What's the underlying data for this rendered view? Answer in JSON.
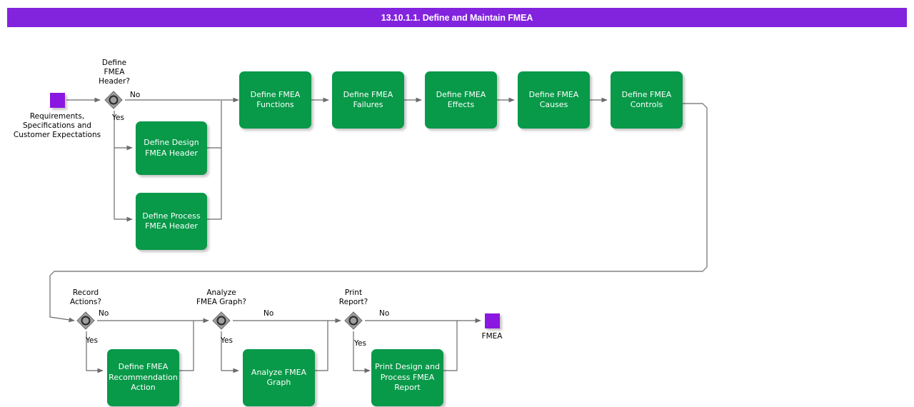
{
  "header": {
    "title": "13.10.1.1. Define and Maintain FMEA",
    "bar_color": "#8223de",
    "title_color": "#ffffff"
  },
  "theme": {
    "task_fill": "#089949",
    "task_text": "#ffffff",
    "terminator_fill": "#8a18e0",
    "gateway_fill": "#9e9e9e",
    "gateway_stroke": "#3b3b3b",
    "edge_stroke": "#6b6b6b",
    "label_text": "#000000",
    "canvas": "#ffffff"
  },
  "diagram": {
    "type": "flowchart",
    "start_node": {
      "name": "start-terminator",
      "label": "Requirements,\nSpecifications and\nCustomer Expectations",
      "shape": "square",
      "color": "#8a18e0"
    },
    "end_node": {
      "name": "end-terminator",
      "label": "FMEA",
      "shape": "square",
      "color": "#8a18e0"
    },
    "gateways": [
      {
        "id": "g1",
        "label": "Define\nFMEA\nHeader?",
        "yes": "Yes",
        "no": "No"
      },
      {
        "id": "g2",
        "label": "Record\nActions?",
        "yes": "Yes",
        "no": "No"
      },
      {
        "id": "g3",
        "label": "Analyze\nFMEA Graph?",
        "yes": "Yes",
        "no": "No"
      },
      {
        "id": "g4",
        "label": "Print\nReport?",
        "yes": "Yes",
        "no": "No"
      }
    ],
    "tasks": [
      {
        "id": "t1",
        "label": "Define Design\nFMEA Header"
      },
      {
        "id": "t2",
        "label": "Define Process\nFMEA Header"
      },
      {
        "id": "t3",
        "label": "Define FMEA\nFunctions"
      },
      {
        "id": "t4",
        "label": "Define FMEA\nFailures"
      },
      {
        "id": "t5",
        "label": "Define FMEA\nEffects"
      },
      {
        "id": "t6",
        "label": "Define FMEA\nCauses"
      },
      {
        "id": "t7",
        "label": "Define FMEA\nControls"
      },
      {
        "id": "t8",
        "label": "Define FMEA\nRecommendation\nAction"
      },
      {
        "id": "t9",
        "label": "Analyze FMEA\nGraph"
      },
      {
        "id": "t10",
        "label": "Print Design and\nProcess FMEA\nReport"
      }
    ]
  }
}
